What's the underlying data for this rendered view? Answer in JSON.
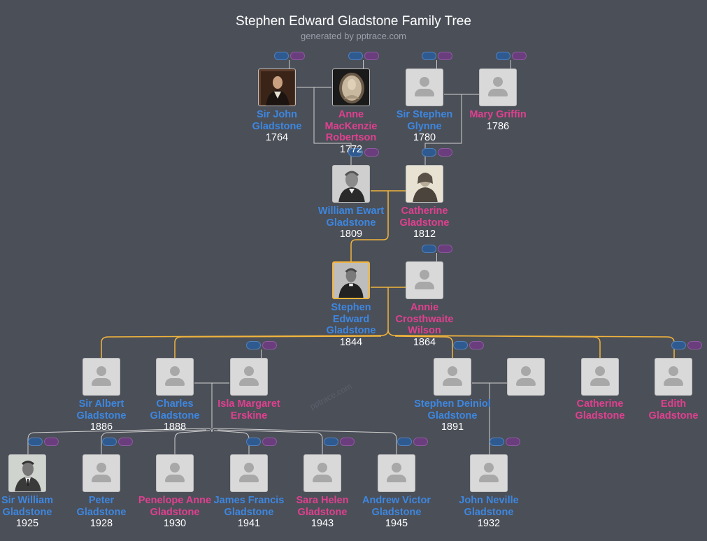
{
  "header": {
    "title": "Stephen Edward Gladstone Family Tree",
    "subtitle": "generated by pptrace.com",
    "watermark": "pptrace.com"
  },
  "colors": {
    "male": "#3d87e0",
    "female": "#e0408f",
    "highlight": "#f2b53c",
    "background": "#4b4f58"
  },
  "people": {
    "sir_john": {
      "name": "Sir John Gladstone",
      "year": "1764",
      "gender": "male",
      "photo": "portrait-photo"
    },
    "anne_mackenzie": {
      "name": "Anne MacKenzie Robertson",
      "year": "1772",
      "gender": "female",
      "photo": "portrait-photo"
    },
    "sir_stephen": {
      "name": "Sir Stephen Glynne",
      "year": "1780",
      "gender": "male",
      "photo": "placeholder-icon"
    },
    "mary_griffin": {
      "name": "Mary Griffin",
      "year": "1786",
      "gender": "female",
      "photo": "placeholder-icon"
    },
    "william_ewart": {
      "name": "William Ewart Gladstone",
      "year": "1809",
      "gender": "male",
      "photo": "portrait-photo"
    },
    "catherine_1812": {
      "name": "Catherine Gladstone",
      "year": "1812",
      "gender": "female",
      "photo": "portrait-photo"
    },
    "stephen_edward": {
      "name": "Stephen Edward Gladstone",
      "year": "1844",
      "gender": "male",
      "photo": "portrait-photo",
      "focus": true
    },
    "annie": {
      "name": "Annie Crosthwaite Wilson",
      "year": "1864",
      "gender": "female",
      "photo": "placeholder-icon"
    },
    "sir_albert": {
      "name": "Sir Albert Gladstone",
      "year": "1886",
      "gender": "male",
      "photo": "placeholder-icon"
    },
    "charles": {
      "name": "Charles Gladstone",
      "year": "1888",
      "gender": "male",
      "photo": "placeholder-icon"
    },
    "isla": {
      "name": "Isla Margaret Erskine",
      "year": "",
      "gender": "female",
      "photo": "placeholder-icon"
    },
    "stephen_deiniol": {
      "name": "Stephen Deiniol Gladstone",
      "year": "1891",
      "gender": "male",
      "photo": "placeholder-icon"
    },
    "spouse_unnamed": {
      "name": "",
      "year": "",
      "gender": "female",
      "photo": "placeholder-icon"
    },
    "catherine_child": {
      "name": "Catherine Gladstone",
      "year": "",
      "gender": "female",
      "photo": "placeholder-icon"
    },
    "edith": {
      "name": "Edith Gladstone",
      "year": "",
      "gender": "female",
      "photo": "placeholder-icon"
    },
    "sir_william": {
      "name": "Sir William Gladstone",
      "year": "1925",
      "gender": "male",
      "photo": "portrait-photo"
    },
    "peter": {
      "name": "Peter Gladstone",
      "year": "1928",
      "gender": "male",
      "photo": "placeholder-icon"
    },
    "penelope": {
      "name": "Penelope Anne Gladstone",
      "year": "1930",
      "gender": "female",
      "photo": "placeholder-icon"
    },
    "james": {
      "name": "James Francis Gladstone",
      "year": "1941",
      "gender": "male",
      "photo": "placeholder-icon"
    },
    "sara": {
      "name": "Sara Helen Gladstone",
      "year": "1943",
      "gender": "female",
      "photo": "placeholder-icon"
    },
    "andrew": {
      "name": "Andrew Victor Gladstone",
      "year": "1945",
      "gender": "male",
      "photo": "placeholder-icon"
    },
    "john_neville": {
      "name": "John Neville Gladstone",
      "year": "1932",
      "gender": "male",
      "photo": "placeholder-icon"
    }
  }
}
